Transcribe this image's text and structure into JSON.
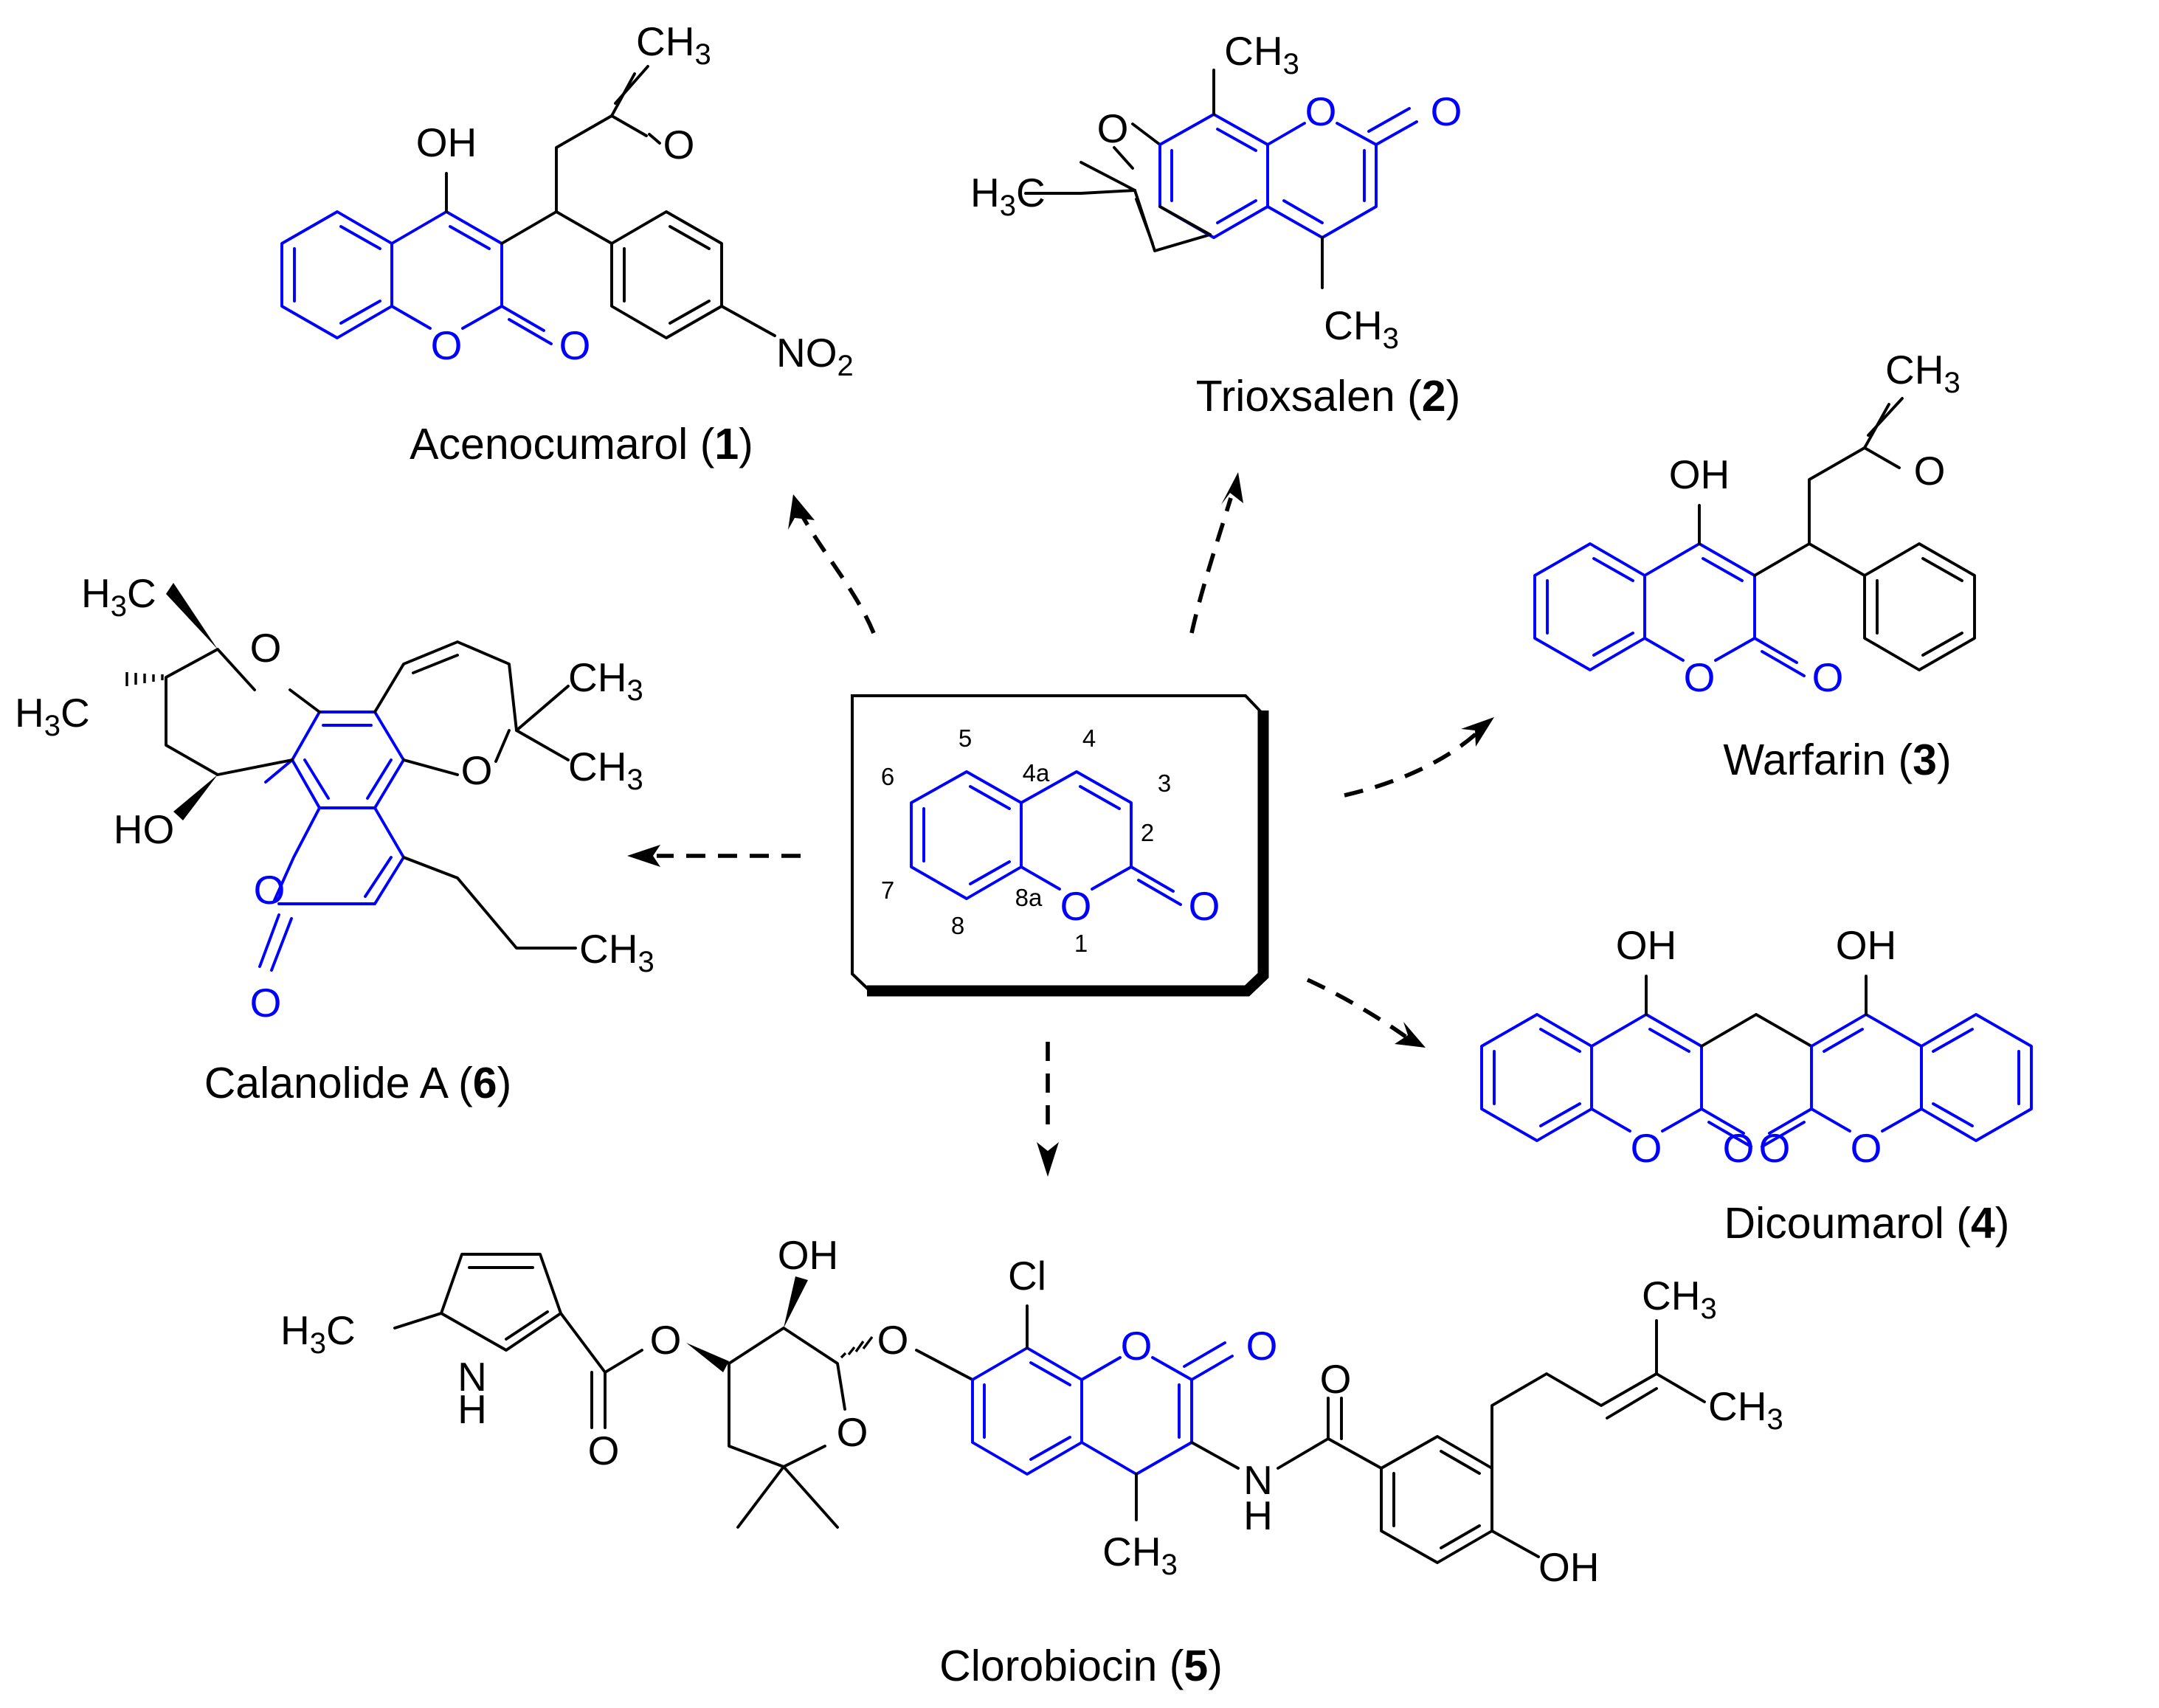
{
  "colors": {
    "coumarin_core": "#0000ff",
    "bonds": "#000000",
    "background": "#ffffff"
  },
  "center": {
    "title": "coumarin scaffold",
    "ring_atom_numbers": [
      "5",
      "4",
      "6",
      "4a",
      "3",
      "2",
      "7",
      "8",
      "8a",
      "1"
    ]
  },
  "compounds": [
    {
      "name": "Acenocumarol",
      "number": "1"
    },
    {
      "name": "Trioxsalen",
      "number": "2"
    },
    {
      "name": "Warfarin",
      "number": "3"
    },
    {
      "name": "Dicoumarol",
      "number": "4"
    },
    {
      "name": "Clorobiocin",
      "number": "5"
    },
    {
      "name": "Calanolide A",
      "number": "6"
    }
  ],
  "atom_labels": {
    "oh": "OH",
    "ho": "HO",
    "o": "O",
    "ch": "CH",
    "three": "3",
    "two": "2",
    "h": "H",
    "c": "C",
    "no": "NO",
    "nh": "NH",
    "n": "N",
    "cl": "Cl"
  }
}
